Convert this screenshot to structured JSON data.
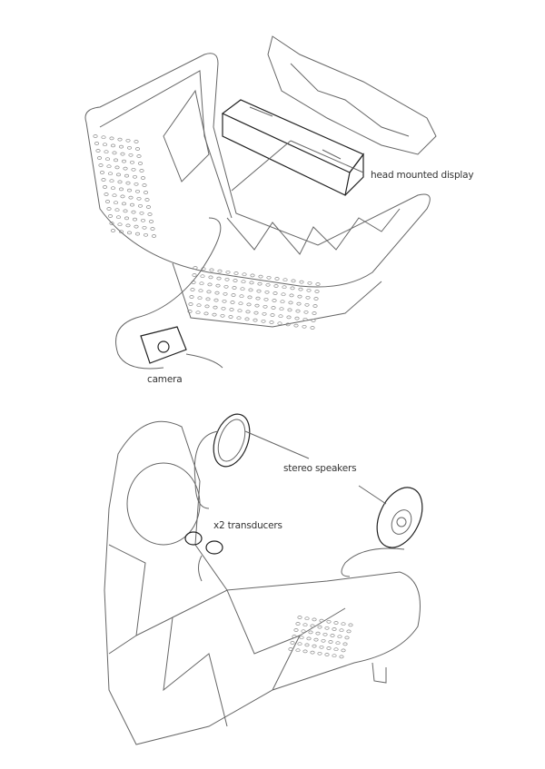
{
  "labels": {
    "head_mounted_display": "head mounted display",
    "camera": "camera",
    "stereo_speakers": "stereo speakers",
    "transducers": "x2 transducers"
  },
  "colors": {
    "line": "#666666",
    "text": "#333333",
    "background": "#ffffff"
  }
}
